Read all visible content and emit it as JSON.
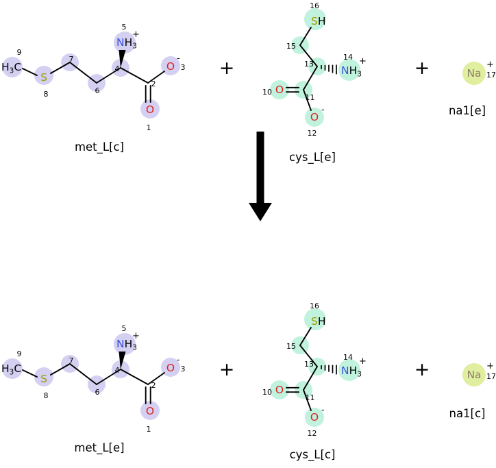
{
  "colors": {
    "met_highlight": "#d4d0f2",
    "cys_highlight": "#c1f2de",
    "na_highlight": "#e0ef9f",
    "nitrogen": "#3a50d8",
    "oxygen": "#dd2222",
    "sulfur": "#9d9d00",
    "sodium": "#8f7d64"
  },
  "reaction": {
    "plus": "+",
    "arrow_direction": "down",
    "reactants": [
      {
        "label": "met_L[c]"
      },
      {
        "label": "cys_L[e]"
      },
      {
        "label": "na1[e]"
      }
    ],
    "products": [
      {
        "label": "met_L[e]"
      },
      {
        "label": "cys_L[c]"
      },
      {
        "label": "na1[c]"
      }
    ]
  },
  "molecules": {
    "methionine": {
      "atoms": {
        "c9": {
          "number": "9",
          "label_h": "H",
          "label_sub": "3",
          "label_c": "C"
        },
        "s8": {
          "number": "8",
          "symbol": "S"
        },
        "c7": {
          "number": "7"
        },
        "c6": {
          "number": "6"
        },
        "c4": {
          "number": "4"
        },
        "n5": {
          "number": "5",
          "symbol_n": "N",
          "symbol_h": "H",
          "sub": "3",
          "charge": "+"
        },
        "c2": {
          "number": "2"
        },
        "o1": {
          "number": "1",
          "symbol": "O"
        },
        "o3": {
          "number": "3",
          "symbol": "O",
          "charge": "-"
        }
      }
    },
    "cysteine": {
      "atoms": {
        "s16": {
          "number": "16",
          "symbol_s": "S",
          "symbol_h": "H"
        },
        "c15": {
          "number": "15"
        },
        "c13": {
          "number": "13"
        },
        "n14": {
          "number": "14",
          "symbol_n": "N",
          "symbol_h": "H",
          "sub": "3",
          "charge": "+"
        },
        "c11": {
          "number": "11"
        },
        "o10": {
          "number": "10",
          "symbol": "O"
        },
        "o12": {
          "number": "12",
          "symbol": "O",
          "charge": "-"
        }
      }
    },
    "sodium": {
      "atoms": {
        "na17": {
          "number": "17",
          "symbol": "Na",
          "charge": "+"
        }
      }
    }
  }
}
